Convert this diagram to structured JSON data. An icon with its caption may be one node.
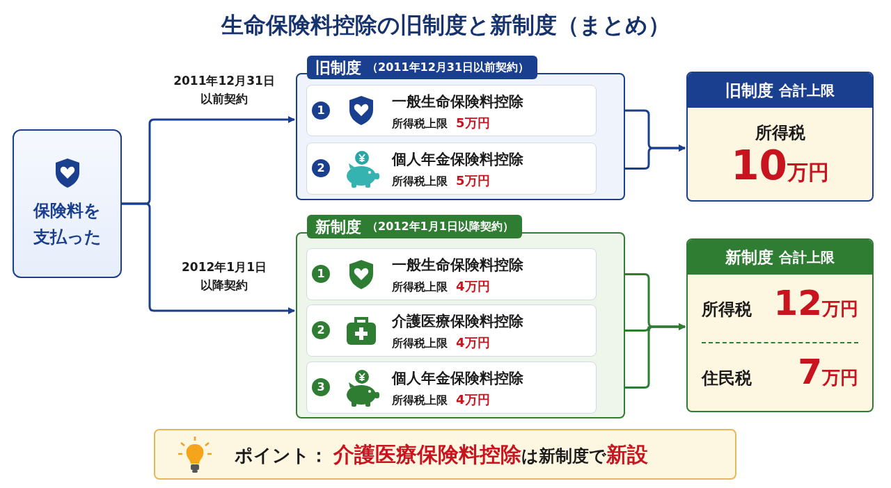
{
  "diagram": {
    "title": "生命保険料控除の旧制度と新制度（まとめ）",
    "nodes": [
      {
        "text": [
          "保険料を支払った"
        ]
      },
      {
        "text": [
          "旧制度",
          "（2011年12月31日以前契約）"
        ]
      },
      {
        "text": [
          "1",
          "一般生命保険料控除",
          "所得税上限",
          "5万円"
        ],
        "in": 1
      },
      {
        "text": [
          "2",
          "個人年金保険料控除",
          "所得税上限",
          "5万円"
        ],
        "in": 1
      },
      {
        "text": [
          "新制度",
          "（2012年1月1日以降契約）"
        ]
      },
      {
        "text": [
          "1",
          "一般生命保険料控除",
          "所得税上限",
          "4万円"
        ],
        "in": 4
      },
      {
        "text": [
          "2",
          "介護医療保険料控除",
          "所得税上限",
          "4万円"
        ],
        "in": 4
      },
      {
        "text": [
          "3",
          "個人年金保険料控除",
          "所得税上限",
          "4万円"
        ],
        "in": 4
      },
      {
        "text": [
          "旧制度",
          "合計上限",
          "所得税",
          "10",
          "万円"
        ]
      },
      {
        "text": [
          "新制度",
          "合計上限",
          "所得税",
          "12",
          "万円",
          "住民税",
          "7",
          "万円"
        ]
      },
      {
        "text": [
          "ポイント：",
          "介護医療保険料控除",
          "は新制度で",
          "新設"
        ]
      }
    ],
    "edges": [
      {
        "from": 0,
        "to": 1,
        "arrow": "to",
        "label": "2011年12月31日以前契約"
      },
      {
        "from": 0,
        "to": 4,
        "arrow": "to",
        "label": "2012年1月1日以降契約"
      },
      {
        "from": 2,
        "to": 8,
        "arrow": "to"
      },
      {
        "from": 3,
        "to": 8,
        "arrow": "to"
      },
      {
        "from": 5,
        "to": 9,
        "arrow": "to",
        "color": "#2e7d32"
      },
      {
        "from": 6,
        "to": 9,
        "arrow": "to",
        "color": "#2e7d32"
      },
      {
        "from": 7,
        "to": 9,
        "arrow": "to",
        "color": "#2e7d32"
      }
    ]
  }
}
